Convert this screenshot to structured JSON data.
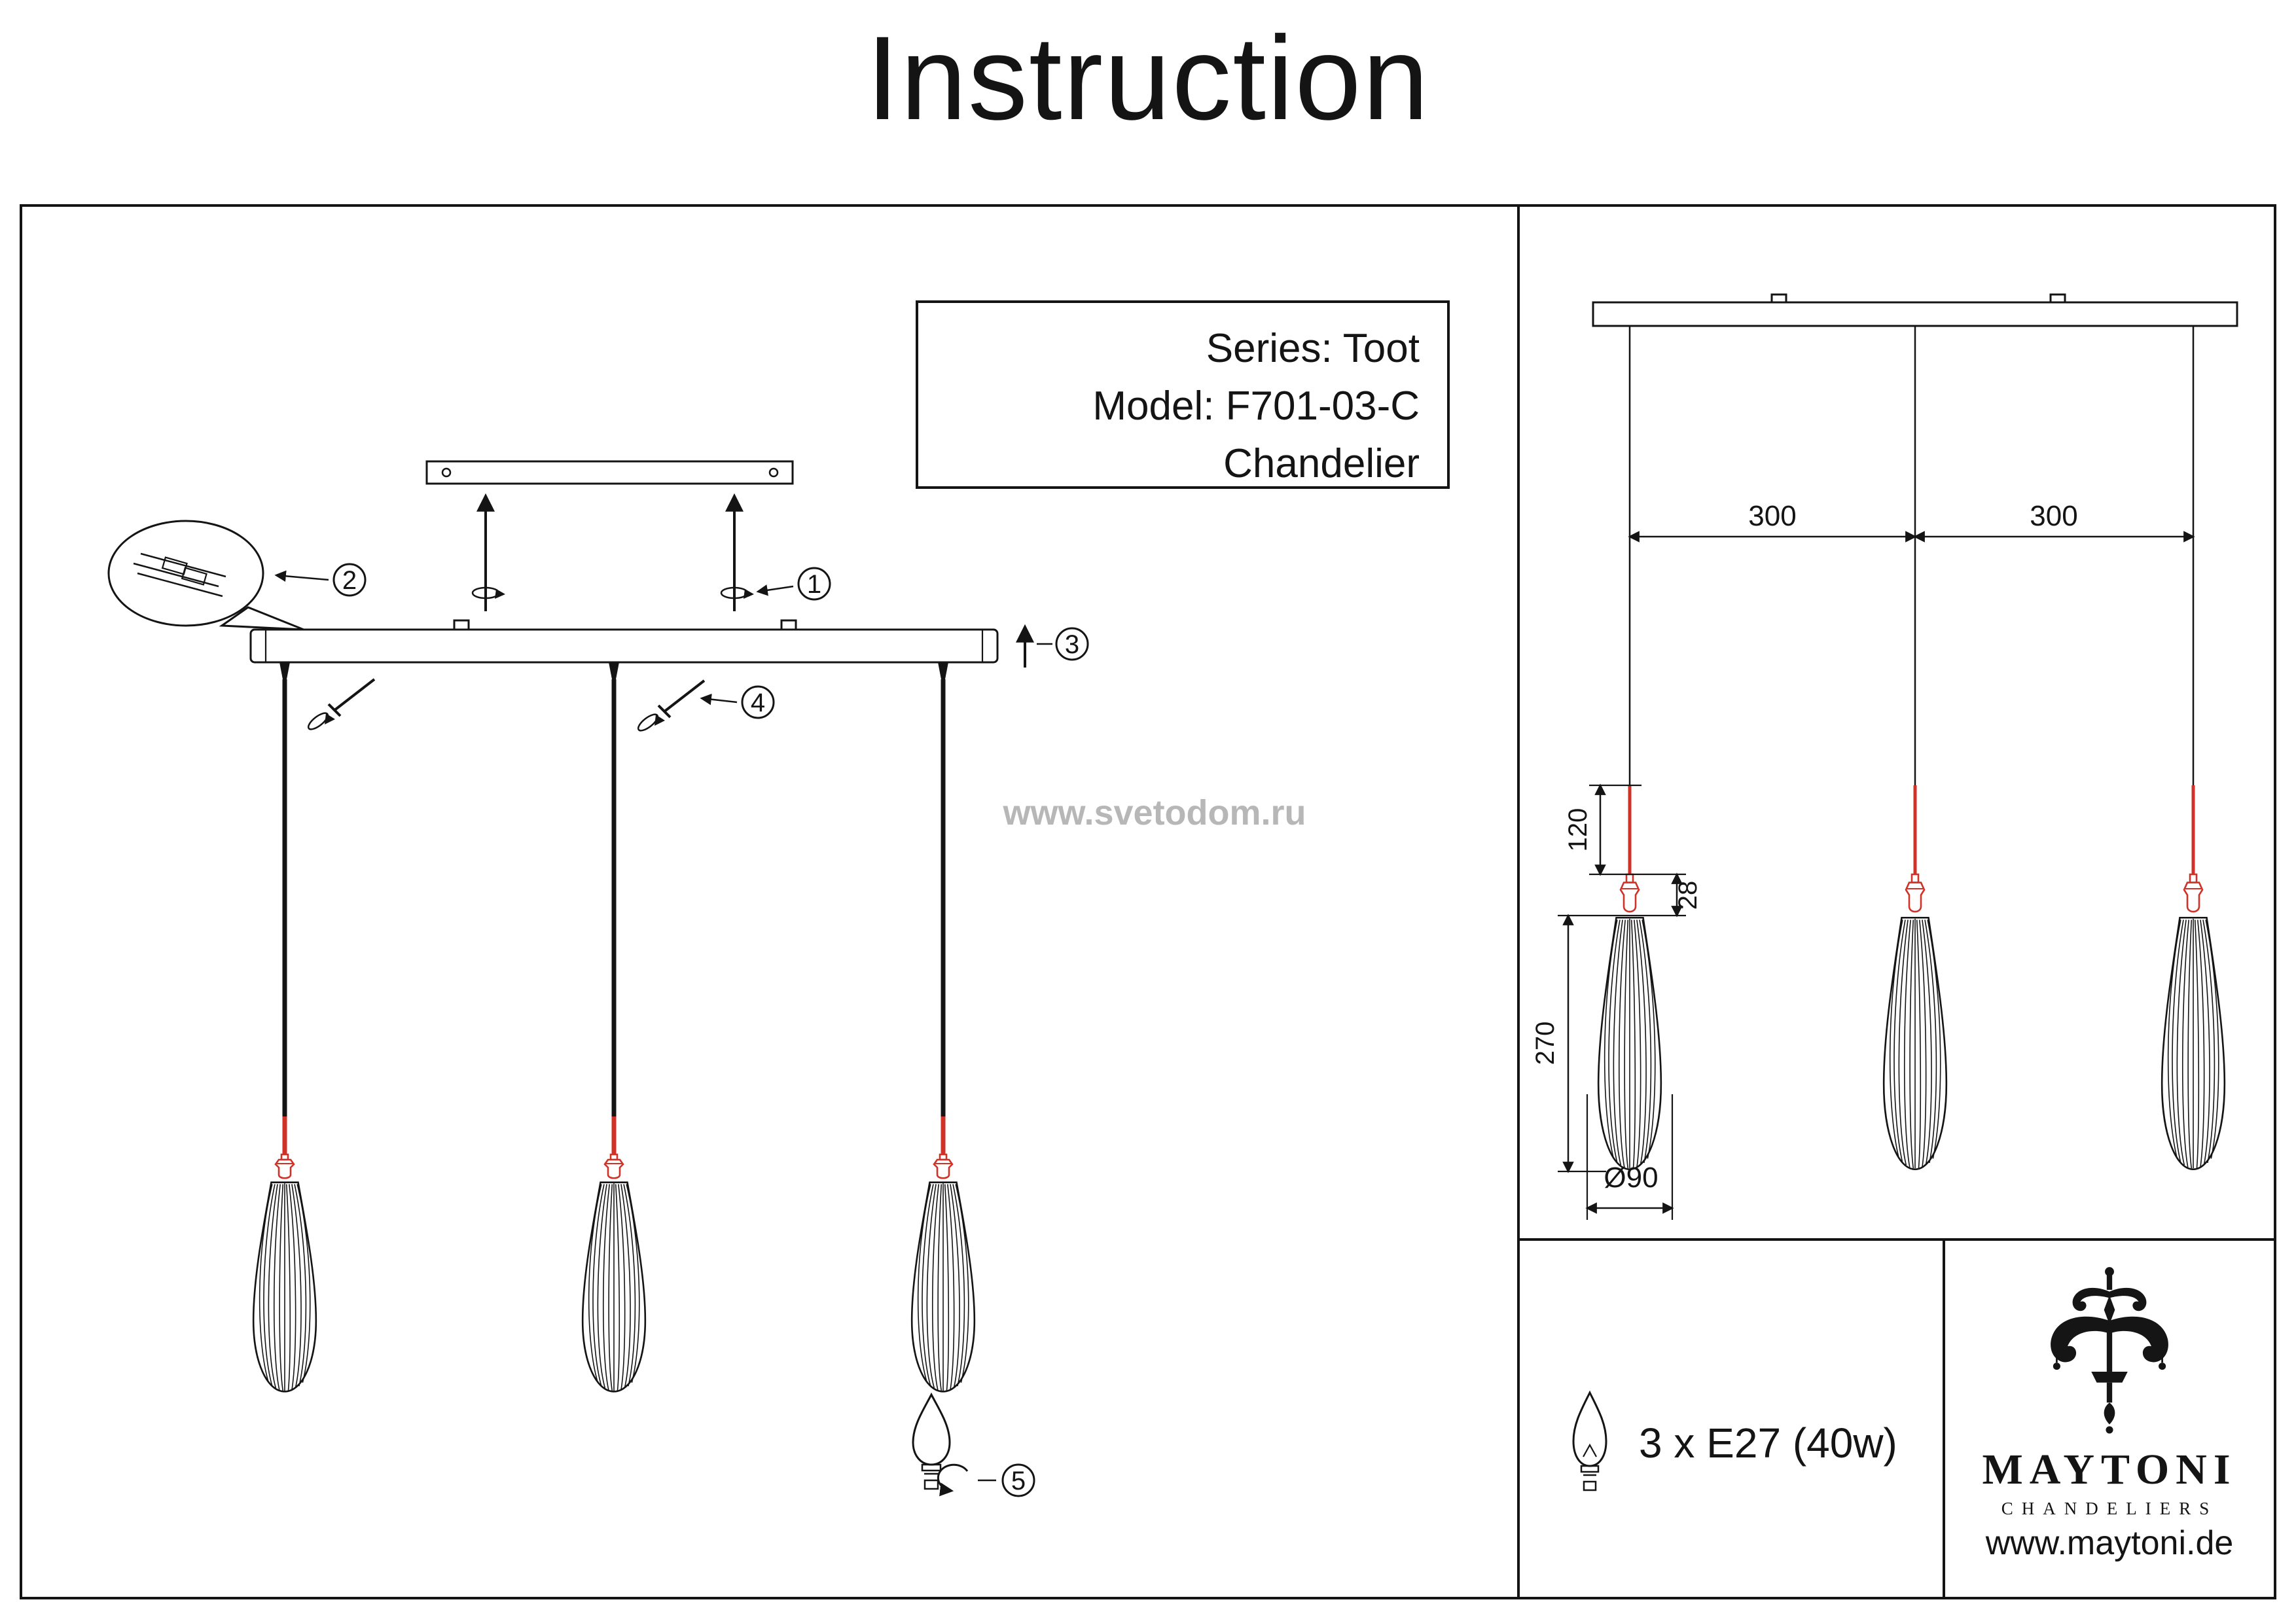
{
  "title": "Instruction",
  "info_box": {
    "series": "Series: Toot",
    "model": "Model: F701-03-C",
    "type": "Chandelier"
  },
  "watermark": "www.svetodom.ru",
  "callouts": {
    "c1": "1",
    "c2": "2",
    "c3": "3",
    "c4": "4",
    "c5": "5"
  },
  "dimensions": {
    "spacing_left": "300",
    "spacing_right": "300",
    "cord_length": "120",
    "socket_height": "28",
    "shade_height": "270",
    "shade_diameter": "Ø90"
  },
  "spec": {
    "lamp": "3 x E27 (40w)"
  },
  "brand": {
    "name": "MAYTONI",
    "tagline": "CHANDELIERS",
    "website": "www.maytoni.de"
  },
  "colors": {
    "ink": "#141414",
    "accent_red": "#d03228",
    "watermark_gray": "#b7b7b7"
  }
}
